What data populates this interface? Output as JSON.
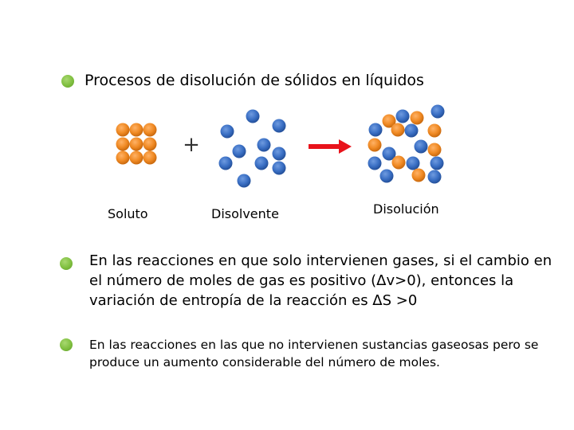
{
  "heading": "Procesos de disolución de sólidos en líquidos",
  "diagram": {
    "plus_symbol": "+",
    "labels": {
      "solute": "Soluto",
      "solvent": "Disolvente",
      "solution": "Disolución"
    },
    "colors": {
      "solute_particle": "#f08a24",
      "solvent_particle": "#3a6fc4",
      "arrow": "#e8131b",
      "bullet": "#7fbf3f"
    }
  },
  "points": [
    "En las reacciones en que solo intervienen gases, si el cambio en el número de moles de gas  es positivo (Δv>0), entonces la variación de entropía de la reacción es ΔS >0",
    "En las reacciones en las que no intervienen sustancias gaseosas pero se produce un aumento considerable del número de moles."
  ]
}
